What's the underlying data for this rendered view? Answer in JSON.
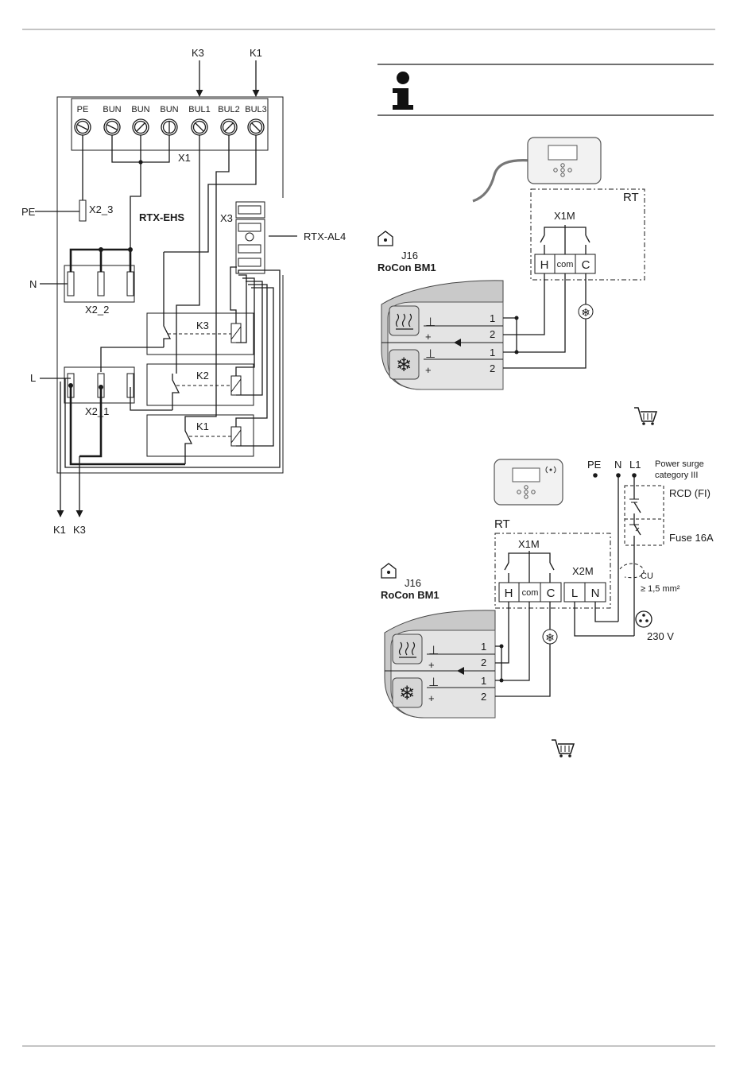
{
  "diagram_left": {
    "top_arrows": [
      "K3",
      "K1"
    ],
    "terminals": [
      "PE",
      "BUN",
      "BUN",
      "BUN",
      "BUL1",
      "BUL2",
      "BUL3"
    ],
    "strip_label": "X1",
    "module_label": "RTX-EHS",
    "pe_label": "PE",
    "x2_3_label": "X2_3",
    "n_label": "N",
    "x2_2_label": "X2_2",
    "l_label": "L",
    "x2_1_label": "X2_1",
    "x3_label": "X3",
    "rtx_al4_label": "RTX-AL4",
    "relays": [
      "K3",
      "K2",
      "K1"
    ],
    "bottom_arrows": [
      "K1",
      "K3"
    ]
  },
  "diagram_top_right": {
    "rt_label": "RT",
    "x1m_label": "X1M",
    "terminals": [
      "H",
      "com",
      "C"
    ],
    "j16_label": "J16",
    "board_label": "RoCon BM1",
    "pins": [
      "1",
      "2",
      "1",
      "2"
    ],
    "signs": [
      "⊥",
      "+",
      "⊥",
      "+"
    ]
  },
  "diagram_bottom_right": {
    "pe_label": "PE",
    "n_label": "N",
    "l1_label": "L1",
    "surge_line1": "Power surge",
    "surge_line2": "category  III",
    "rcd_label": "RCD (FI)",
    "fuse_label": "Fuse 16A",
    "rt_label": "RT",
    "x1m_label": "X1M",
    "x2m_label": "X2M",
    "terminals": [
      "H",
      "com",
      "C",
      "L",
      "N"
    ],
    "cu_label": "CU",
    "cu_size": "≥ 1,5 mm²",
    "voltage_label": "230 V",
    "j16_label": "J16",
    "board_label": "RoCon BM1",
    "pins": [
      "1",
      "2",
      "1",
      "2"
    ],
    "signs": [
      "⊥",
      "+",
      "⊥",
      "+"
    ]
  },
  "icons": [
    "info-icon",
    "shopping-cart-icon",
    "house-icon",
    "heating-icon",
    "cooling-icon",
    "socket-icon"
  ]
}
